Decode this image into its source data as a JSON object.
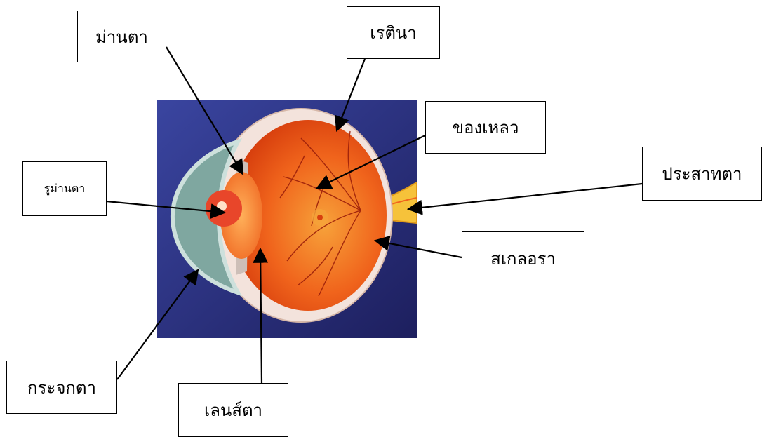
{
  "labels": {
    "iris": "ม่านตา",
    "retina": "เรตินา",
    "vitreous": "ของเหลว",
    "optic_nerve": "ประสาทตา",
    "pupil": "รูม่านตา",
    "sclera": "สเกลอรา",
    "cornea": "กระจกตา",
    "lens": "เลนส์ตา"
  },
  "colors": {
    "background_blue": "#2a2f7a",
    "eye_orange": "#f0641c",
    "sclera_white": "#f3e3dc",
    "iris_teal": "#7fa7a0",
    "nerve_yellow": "#f6c23a"
  }
}
